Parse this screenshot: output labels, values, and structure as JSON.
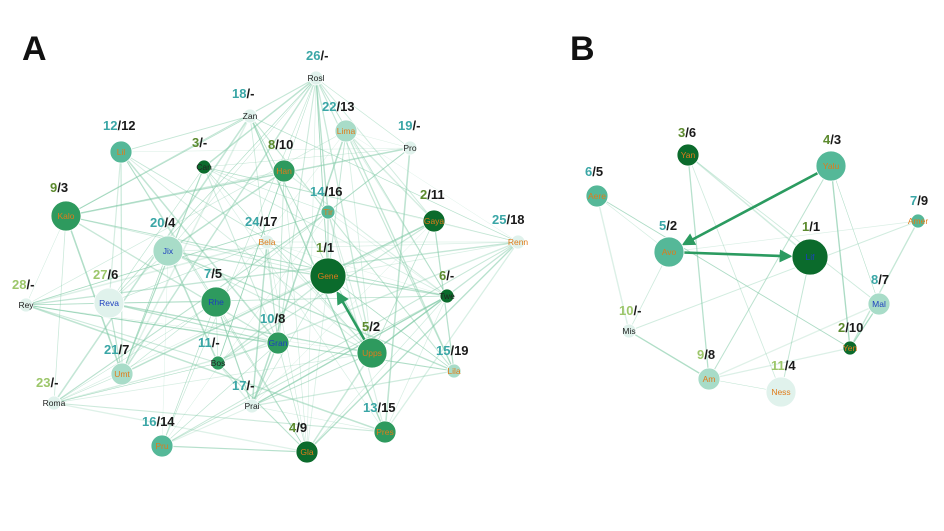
{
  "panels": [
    {
      "id": "A",
      "letter": "A"
    },
    {
      "id": "B",
      "letter": "B"
    }
  ],
  "colors": {
    "dark": "#0b6b2c",
    "mid": "#2e9a5e",
    "teal": "#55b898",
    "light": "#a8dcc8",
    "pale": "#e0f2ec",
    "label_orange": "#e07b1a",
    "label_blue": "#1d3fbf",
    "label_dark": "#222222",
    "rank_teal": "#3aa6a6",
    "rank_green": "#5c8a2e",
    "rank_lightgreen": "#9cc66a",
    "edge": "#7fc9a5",
    "edge_strong": "#2b9b60"
  },
  "nodes": [
    {
      "id": "A_rosl",
      "panel": "A",
      "label": "Rosl",
      "rank1": "26",
      "rank2": "/-",
      "size": "s",
      "fill": "pale",
      "lcolor": "label_dark",
      "rcolor": "rank_teal"
    },
    {
      "id": "A_zan",
      "panel": "A",
      "label": "Zan",
      "rank1": "18",
      "rank2": "/-",
      "size": "s",
      "fill": "pale",
      "lcolor": "label_dark",
      "rcolor": "rank_teal"
    },
    {
      "id": "A_lima",
      "panel": "A",
      "label": "Lima",
      "rank1": "22",
      "rank2": "/13",
      "size": "m",
      "fill": "light",
      "lcolor": "label_orange",
      "rcolor": "rank_teal"
    },
    {
      "id": "A_pro",
      "panel": "A",
      "label": "Pro",
      "rank1": "19",
      "rank2": "/-",
      "size": "s",
      "fill": "pale",
      "lcolor": "label_dark",
      "rcolor": "rank_teal"
    },
    {
      "id": "A_lil",
      "panel": "A",
      "label": "Lil",
      "rank1": "12",
      "rank2": "/12",
      "size": "m",
      "fill": "teal",
      "lcolor": "label_orange",
      "rcolor": "rank_teal"
    },
    {
      "id": "A_can",
      "panel": "A",
      "label": "Can",
      "rank1": "3",
      "rank2": "/-",
      "size": "s",
      "fill": "dark",
      "lcolor": "label_dark",
      "rcolor": "rank_green"
    },
    {
      "id": "A_han",
      "panel": "A",
      "label": "Han",
      "rank1": "8",
      "rank2": "/10",
      "size": "m",
      "fill": "mid",
      "lcolor": "label_orange",
      "rcolor": "rank_green"
    },
    {
      "id": "A_tir",
      "panel": "A",
      "label": "Tir",
      "rank1": "14",
      "rank2": "/16",
      "size": "s",
      "fill": "teal",
      "lcolor": "label_orange",
      "rcolor": "rank_teal"
    },
    {
      "id": "A_gaya",
      "panel": "A",
      "label": "Gaya",
      "rank1": "2",
      "rank2": "/11",
      "size": "m",
      "fill": "dark",
      "lcolor": "label_orange",
      "rcolor": "rank_green"
    },
    {
      "id": "A_renn",
      "panel": "A",
      "label": "Renn",
      "rank1": "25",
      "rank2": "/18",
      "size": "s",
      "fill": "pale",
      "lcolor": "label_orange",
      "rcolor": "rank_teal"
    },
    {
      "id": "A_kalo",
      "panel": "A",
      "label": "Kalo",
      "rank1": "9",
      "rank2": "/3",
      "size": "l",
      "fill": "mid",
      "lcolor": "label_orange",
      "rcolor": "rank_green"
    },
    {
      "id": "A_jix",
      "panel": "A",
      "label": "Jix",
      "rank1": "20",
      "rank2": "/4",
      "size": "l",
      "fill": "light",
      "lcolor": "label_blue",
      "rcolor": "rank_teal"
    },
    {
      "id": "A_bela",
      "panel": "A",
      "label": "Bela",
      "rank1": "24",
      "rank2": "/17",
      "size": "s",
      "fill": "pale",
      "lcolor": "label_orange",
      "rcolor": "rank_teal"
    },
    {
      "id": "A_gene",
      "panel": "A",
      "label": "Gene",
      "rank1": "1",
      "rank2": "/1",
      "size": "xl",
      "fill": "dark",
      "lcolor": "label_orange",
      "rcolor": "rank_green"
    },
    {
      "id": "A_twe",
      "panel": "A",
      "label": "Twe",
      "rank1": "6",
      "rank2": "/-",
      "size": "s",
      "fill": "dark",
      "lcolor": "label_dark",
      "rcolor": "rank_green"
    },
    {
      "id": "A_rey",
      "panel": "A",
      "label": "Rey",
      "rank1": "28",
      "rank2": "/-",
      "size": "s",
      "fill": "pale",
      "lcolor": "label_dark",
      "rcolor": "rank_lightgreen"
    },
    {
      "id": "A_reva",
      "panel": "A",
      "label": "Reva",
      "rank1": "27",
      "rank2": "/6",
      "size": "l",
      "fill": "pale",
      "lcolor": "label_blue",
      "rcolor": "rank_lightgreen"
    },
    {
      "id": "A_rhe",
      "panel": "A",
      "label": "Rhe",
      "rank1": "7",
      "rank2": "/5",
      "size": "l",
      "fill": "mid",
      "lcolor": "label_blue",
      "rcolor": "rank_teal"
    },
    {
      "id": "A_gran",
      "panel": "A",
      "label": "Gran",
      "rank1": "10",
      "rank2": "/8",
      "size": "m",
      "fill": "mid",
      "lcolor": "label_blue",
      "rcolor": "rank_teal"
    },
    {
      "id": "A_upps",
      "panel": "A",
      "label": "Upps",
      "rank1": "5",
      "rank2": "/2",
      "size": "l",
      "fill": "mid",
      "lcolor": "label_orange",
      "rcolor": "rank_green"
    },
    {
      "id": "A_bos",
      "panel": "A",
      "label": "Bos",
      "rank1": "11",
      "rank2": "/-",
      "size": "s",
      "fill": "mid",
      "lcolor": "label_dark",
      "rcolor": "rank_teal"
    },
    {
      "id": "A_umt",
      "panel": "A",
      "label": "Umt",
      "rank1": "21",
      "rank2": "/7",
      "size": "m",
      "fill": "light",
      "lcolor": "label_orange",
      "rcolor": "rank_teal"
    },
    {
      "id": "A_lila",
      "panel": "A",
      "label": "Lila",
      "rank1": "15",
      "rank2": "/19",
      "size": "s",
      "fill": "light",
      "lcolor": "label_orange",
      "rcolor": "rank_teal"
    },
    {
      "id": "A_roma",
      "panel": "A",
      "label": "Roma",
      "rank1": "23",
      "rank2": "/-",
      "size": "s",
      "fill": "pale",
      "lcolor": "label_dark",
      "rcolor": "rank_lightgreen"
    },
    {
      "id": "A_prai",
      "panel": "A",
      "label": "Prai",
      "rank1": "17",
      "rank2": "/-",
      "size": "s",
      "fill": "pale",
      "lcolor": "label_dark",
      "rcolor": "rank_teal"
    },
    {
      "id": "A_pru",
      "panel": "A",
      "label": "Pru",
      "rank1": "16",
      "rank2": "/14",
      "size": "m",
      "fill": "teal",
      "lcolor": "label_orange",
      "rcolor": "rank_teal"
    },
    {
      "id": "A_gla",
      "panel": "A",
      "label": "Gla",
      "rank1": "4",
      "rank2": "/9",
      "size": "m",
      "fill": "dark",
      "lcolor": "label_orange",
      "rcolor": "rank_green"
    },
    {
      "id": "A_pres",
      "panel": "A",
      "label": "Pres",
      "rank1": "13",
      "rank2": "/15",
      "size": "m",
      "fill": "mid",
      "lcolor": "label_orange",
      "rcolor": "rank_teal"
    },
    {
      "id": "B_yan",
      "panel": "B",
      "label": "Yan",
      "rank1": "3",
      "rank2": "/6",
      "size": "m",
      "fill": "dark",
      "lcolor": "label_orange",
      "rcolor": "rank_green"
    },
    {
      "id": "B_yalu",
      "panel": "B",
      "label": "Yalu",
      "rank1": "4",
      "rank2": "/3",
      "size": "l",
      "fill": "teal",
      "lcolor": "label_orange",
      "rcolor": "rank_green"
    },
    {
      "id": "B_aere",
      "panel": "B",
      "label": "Aere",
      "rank1": "6",
      "rank2": "/5",
      "size": "m",
      "fill": "teal",
      "lcolor": "label_orange",
      "rcolor": "rank_teal"
    },
    {
      "id": "B_amer",
      "panel": "B",
      "label": "Amer",
      "rank1": "7",
      "rank2": "/9",
      "size": "s",
      "fill": "teal",
      "lcolor": "label_orange",
      "rcolor": "rank_teal"
    },
    {
      "id": "B_avo",
      "panel": "B",
      "label": "Avo",
      "rank1": "5",
      "rank2": "/2",
      "size": "l",
      "fill": "teal",
      "lcolor": "label_orange",
      "rcolor": "rank_teal"
    },
    {
      "id": "B_lif",
      "panel": "B",
      "label": "Lif",
      "rank1": "1",
      "rank2": "/1",
      "size": "xl",
      "fill": "dark",
      "lcolor": "label_blue",
      "rcolor": "rank_green"
    },
    {
      "id": "B_mal",
      "panel": "B",
      "label": "Mal",
      "rank1": "8",
      "rank2": "/7",
      "size": "m",
      "fill": "light",
      "lcolor": "label_blue",
      "rcolor": "rank_teal"
    },
    {
      "id": "B_mis",
      "panel": "B",
      "label": "Mis",
      "rank1": "10",
      "rank2": "/-",
      "size": "s",
      "fill": "pale",
      "lcolor": "label_dark",
      "rcolor": "rank_lightgreen"
    },
    {
      "id": "B_yen",
      "panel": "B",
      "label": "Yen",
      "rank1": "2",
      "rank2": "/10",
      "size": "s",
      "fill": "dark",
      "lcolor": "label_orange",
      "rcolor": "rank_green"
    },
    {
      "id": "B_am",
      "panel": "B",
      "label": "Am",
      "rank1": "9",
      "rank2": "/8",
      "size": "m",
      "fill": "light",
      "lcolor": "label_orange",
      "rcolor": "rank_lightgreen"
    },
    {
      "id": "B_ness",
      "panel": "B",
      "label": "Ness",
      "rank1": "11",
      "rank2": "/4",
      "size": "l",
      "fill": "pale",
      "lcolor": "label_orange",
      "rcolor": "rank_lightgreen"
    }
  ],
  "strong_edges": [
    {
      "from": "A_upps",
      "to": "A_gene"
    },
    {
      "from": "B_yalu",
      "to": "B_avo"
    },
    {
      "from": "B_avo",
      "to": "B_lif"
    }
  ]
}
